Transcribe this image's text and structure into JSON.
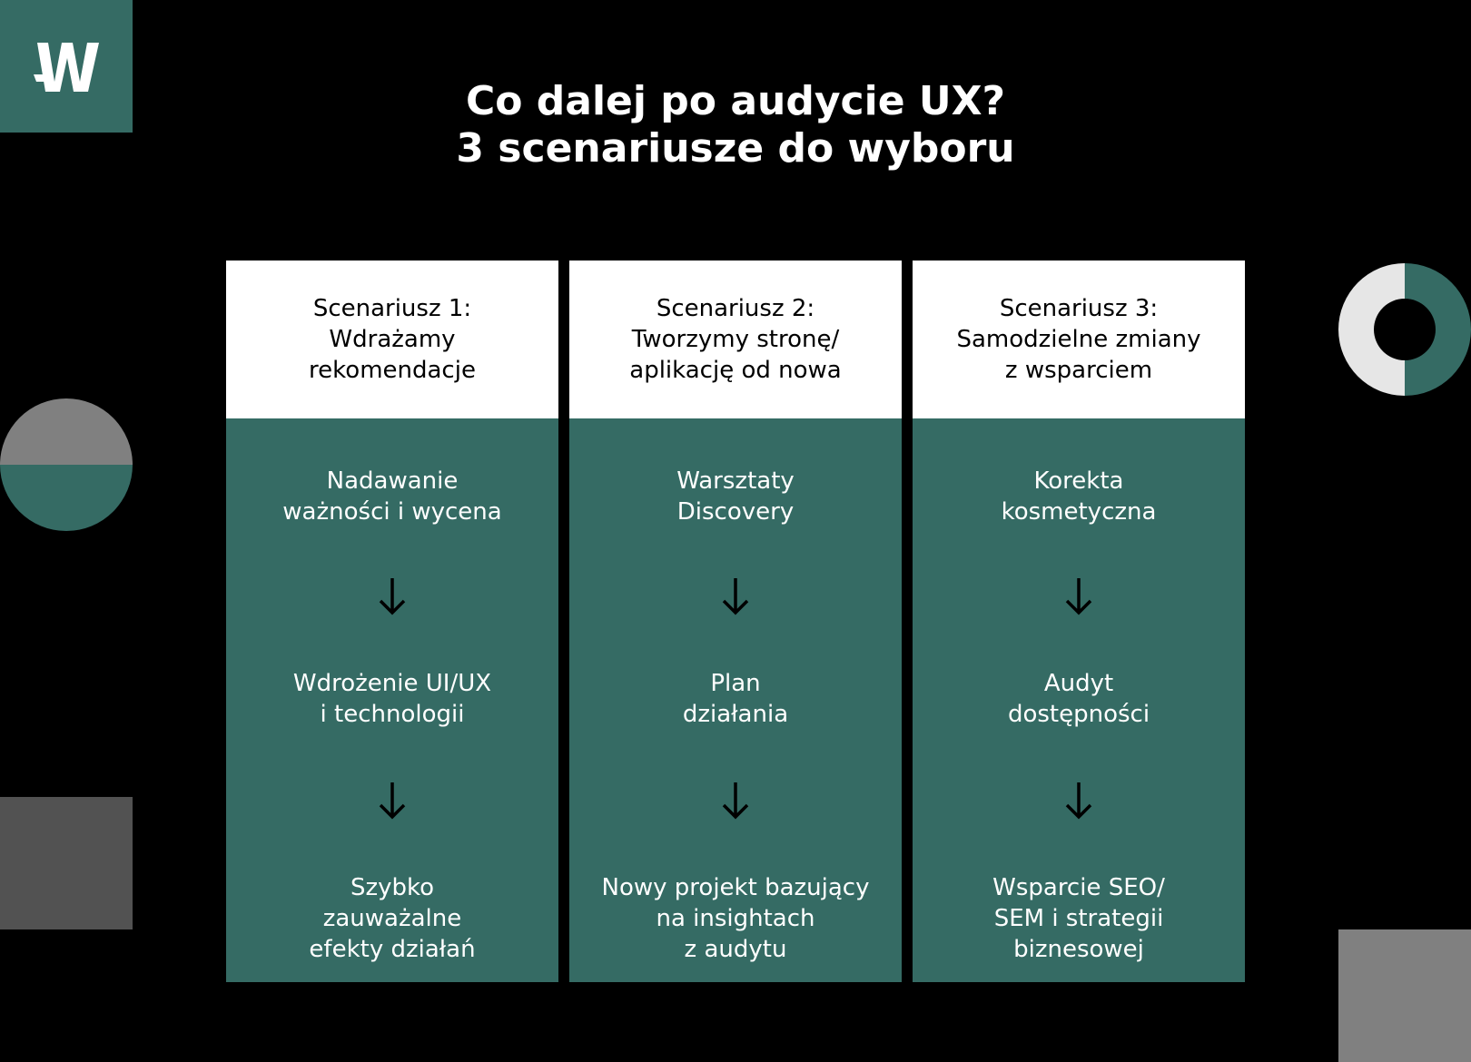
{
  "title": {
    "line1": "Co dalej po audycie UX?",
    "line2": "3 scenariusze do wyboru"
  },
  "logo": "W",
  "colors": {
    "teal": "#356b64",
    "grey": "#808080",
    "dark_grey": "#525252",
    "light": "#e6e6e6"
  },
  "columns": [
    {
      "header": "Scenariusz 1:\nWdrażamy\nrekomendacje",
      "steps": [
        "Nadawanie\nważności i wycena",
        "Wdrożenie UI/UX\ni technologii",
        "Szybko\nzauważalne\nefekty działań"
      ]
    },
    {
      "header": "Scenariusz 2:\nTworzymy stronę/\naplikację od nowa",
      "steps": [
        "Warsztaty\nDiscovery",
        "Plan\ndziałania",
        "Nowy projekt bazujący\nna insightach\nz audytu"
      ]
    },
    {
      "header": "Scenariusz 3:\nSamodzielne zmiany\nz wsparciem",
      "steps": [
        "Korekta\nkosmetyczna",
        "Audyt\ndostępności",
        "Wsparcie SEO/\nSEM i strategii\nbiznesowej"
      ]
    }
  ]
}
